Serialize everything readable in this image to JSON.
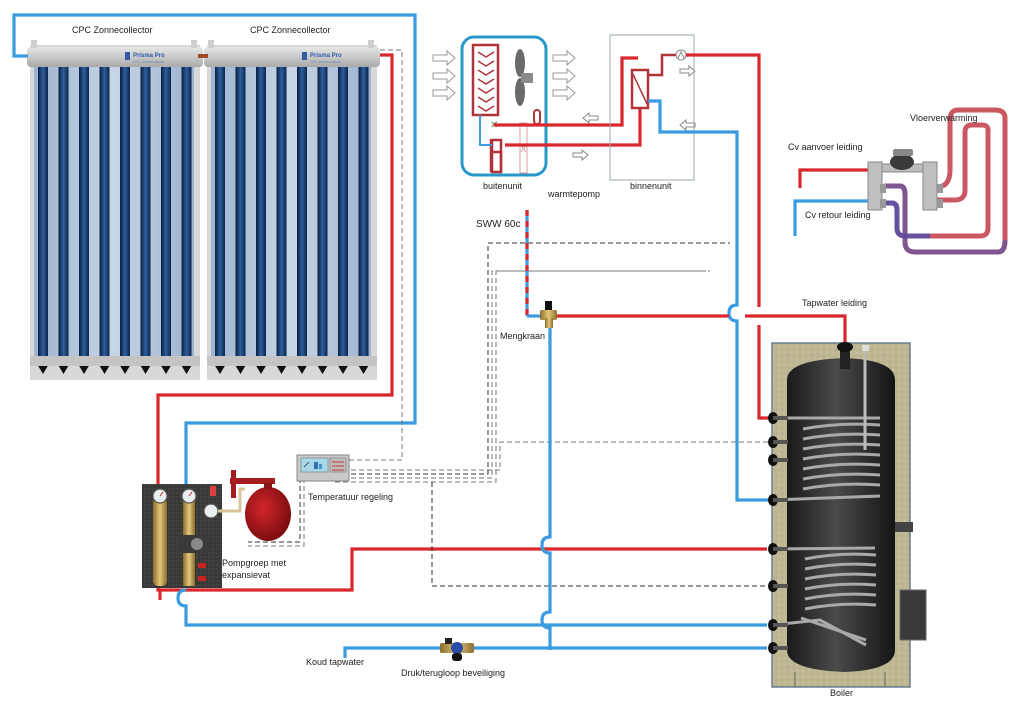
{
  "title": "Zonneboiler met warmtepomp en vloerverwarming schema",
  "labels": {
    "collector_left": "CPC Zonnecollector",
    "collector_right": "CPC Zonnecollector",
    "collector_brand": "Prisma Pro",
    "collector_brand_sub": "CPC Zonnecollector",
    "outdoor_unit": "buitenunit",
    "heat_pump": "warmtepomp",
    "indoor_unit": "binnenunit",
    "floor_heating": "Vloerverwarming",
    "cv_supply": "Cv aanvoer leiding",
    "cv_return": "Cv retour leiding",
    "dhw_temp": "SWW 60c",
    "mixing_valve": "Mengkraan",
    "tap_water_line": "Tapwater leiding",
    "temp_control": "Temperatuur regeling",
    "pump_group_line1": "Pompgroep met",
    "pump_group_line2": "expansievat",
    "cold_tap_water": "Koud tapwater",
    "backflow_protection": "Druk/terugloop beveiliging",
    "boiler": "Boiler"
  },
  "colors": {
    "hot_pipe": "#d9272e",
    "cold_pipe": "#3a9be0",
    "signal_wire": "#333333",
    "boiler_tank": "#2b2b2b",
    "insulation": "#b5b08a",
    "outdoor_unit_frame": "#2a97c9",
    "heat_exchanger": "#b2323a"
  },
  "components": {
    "collector_tubes_per_panel": 8,
    "collector_panels": 2
  }
}
